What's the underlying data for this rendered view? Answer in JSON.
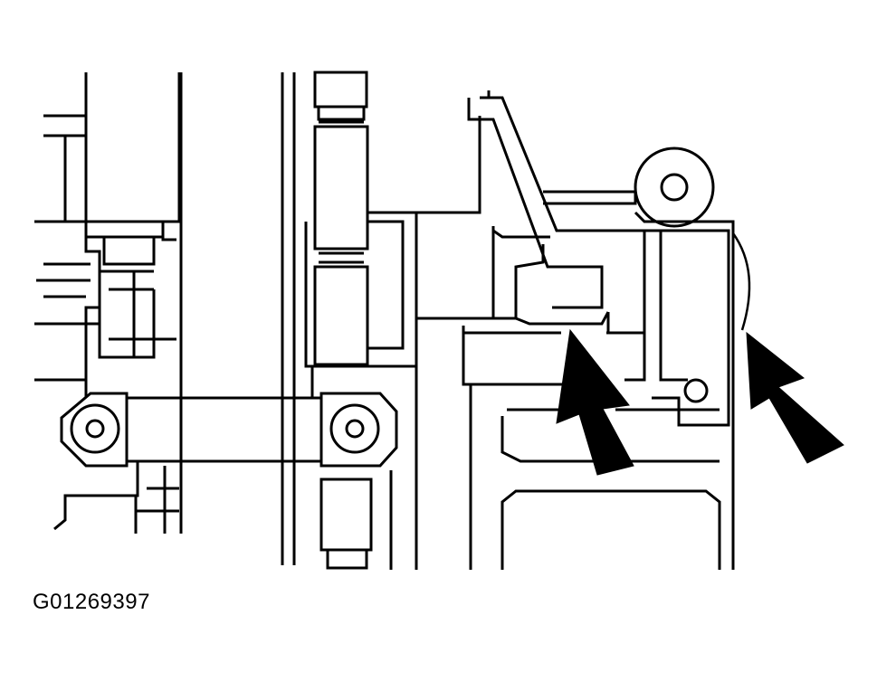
{
  "figure": {
    "id_label": "G01269397"
  },
  "callouts": [
    {
      "name": "arrow-left",
      "icon": "arrow-pointer-icon"
    },
    {
      "name": "arrow-right",
      "icon": "arrow-pointer-icon"
    }
  ],
  "colors": {
    "line": "#000000",
    "background": "#ffffff"
  }
}
